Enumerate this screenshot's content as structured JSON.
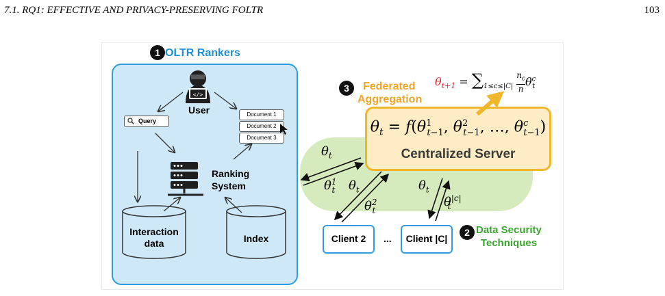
{
  "page": {
    "running_head": "7.1.  RQ1: EFFECTIVE AND PRIVACY-PRESERVING FOLTR",
    "page_number": "103"
  },
  "figure": {
    "oltr": {
      "badge": "1",
      "title": "OLTR Rankers",
      "user_label": "User",
      "query_label": "Query",
      "documents": [
        "Document 1",
        "Document 2",
        "Document 3"
      ],
      "ranking_label_line1": "Ranking",
      "ranking_label_line2": "System",
      "interaction_line1": "Interaction",
      "interaction_line2": "data",
      "index_label": "Index"
    },
    "federated": {
      "badge": "3",
      "title_line1": "Federated",
      "title_line2": "Aggregation",
      "aggregation_formula_lhs": "θ",
      "aggregation_formula_lhs_sub": "t+1",
      "aggregation_formula_rhs": " = ∑",
      "aggregation_formula_sum_sub": "1≤c≤|C|",
      "aggregation_formula_frac": " nc/n θtc"
    },
    "server": {
      "formula": "θt = f(θ1t−1, θ2t−1, …, θct−1)",
      "label": "Centralized Server"
    },
    "security": {
      "badge": "2",
      "title_line1": "Data Security",
      "title_line2": "Techniques"
    },
    "clients": {
      "client_2": "Client 2",
      "ellipsis": "...",
      "client_c": "Client |C|"
    },
    "arrows_math": {
      "theta": "θ",
      "sub_t": "t",
      "sup_1": "1",
      "sup_2": "2",
      "sup_c": "|C|"
    }
  }
}
